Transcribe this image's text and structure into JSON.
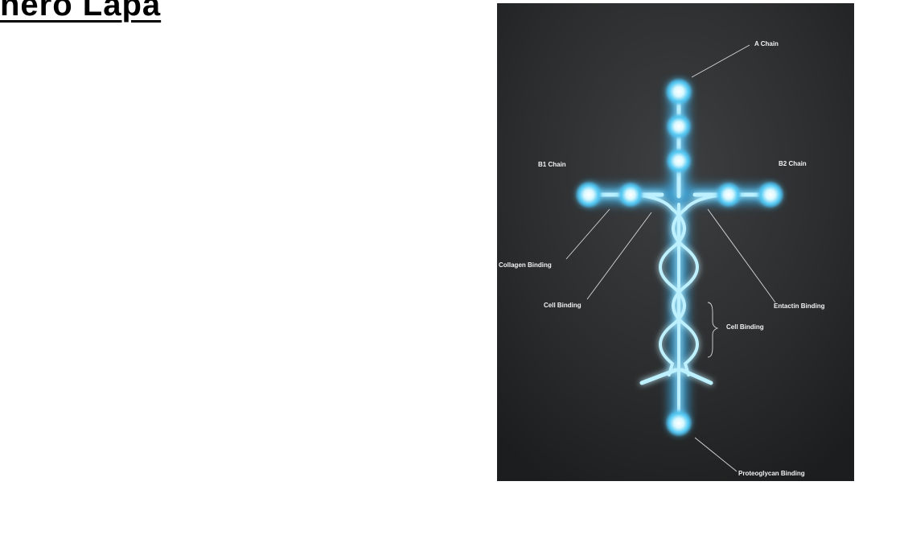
{
  "slide": {
    "title": "hero Lapa"
  },
  "figure": {
    "labels": {
      "a_chain": "A Chain",
      "b1_chain": "B1 Chain",
      "b2_chain": "B2 Chain",
      "collagen_binding": "Collagen Binding",
      "cell_binding_left": "Cell Binding",
      "entactin_binding": "Entactin Binding",
      "cell_binding_right": "Cell Binding",
      "proteoglycan_binding": "Proteoglycan Binding"
    },
    "colors": {
      "background": "#2f3031",
      "glow": "#5fd8ff",
      "core": "#eafcff"
    }
  }
}
